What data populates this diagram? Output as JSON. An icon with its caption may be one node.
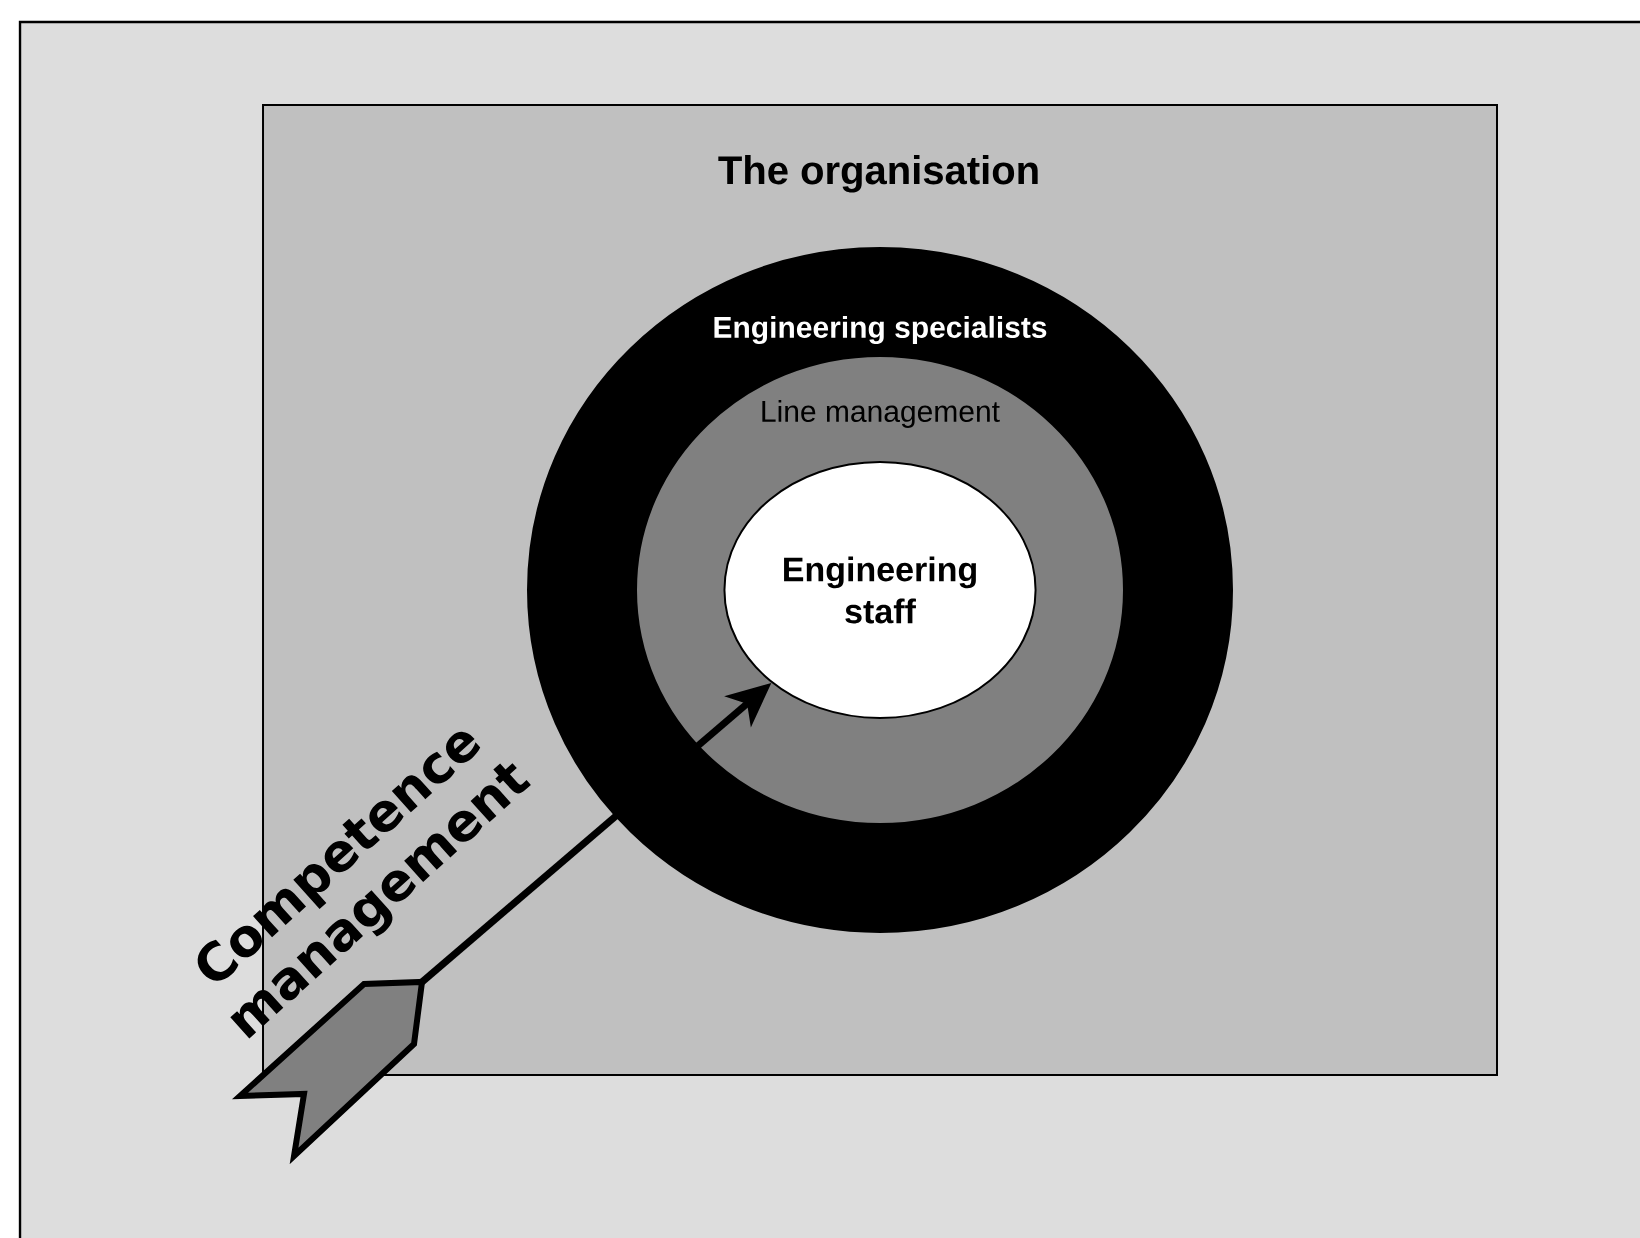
{
  "diagram": {
    "nodes": [
      {
        "text": [
          "The organisation"
        ]
      },
      {
        "text": [
          "Engineering specialists"
        ],
        "in": 0
      },
      {
        "text": [
          "Line management"
        ],
        "in": 1
      },
      {
        "text": [
          "Engineering staff"
        ],
        "in": 2
      }
    ],
    "edges": [
      {
        "from": null,
        "to": 3,
        "arrow": "to",
        "label": "Competence management"
      }
    ]
  }
}
